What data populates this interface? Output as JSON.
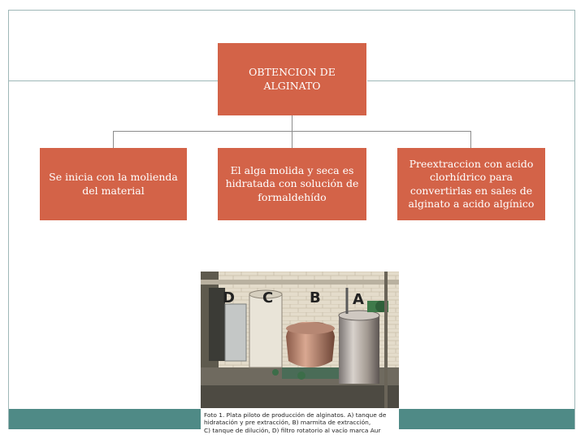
{
  "diagram": {
    "root": {
      "text": "OBTENCION DE ALGINATO"
    },
    "children": [
      {
        "text": "Se inicia con la molienda del material"
      },
      {
        "text": "El alga molida y seca es hidratada con solución de formaldehído"
      },
      {
        "text": "Preextraccion con acido clorhídrico para convertirlas en sales de alginato a acido algínico"
      }
    ]
  },
  "photo": {
    "labels": [
      "D",
      "C",
      "B",
      "A"
    ],
    "caption_lines": [
      "Foto 1. Plata piloto de producción de alginatos. A) tanque de",
      "hidratación y pre extracción, B) marmita de extracción,",
      "C) tanque de dilución, D) filtro rotatorio al vacío marca Aur"
    ]
  },
  "colors": {
    "box": "#d36348",
    "band": "#4f8a86",
    "border": "#9fb8b8"
  }
}
